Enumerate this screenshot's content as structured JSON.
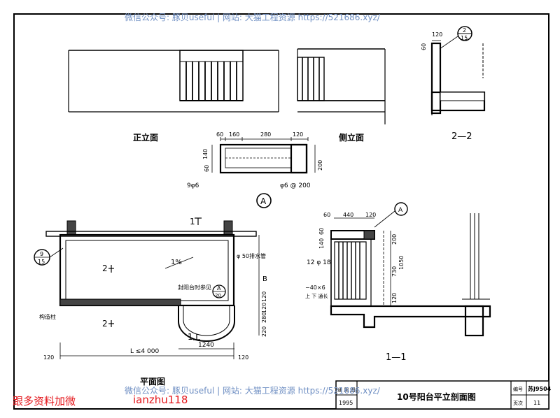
{
  "watermark": {
    "top": "微信公众号: 豚贝useful | 网站: 大猫工程资源 https://521686.xyz/",
    "bottom": "微信公众号: 豚贝useful | 网站: 大猫工程资源 https://521686.xyz/"
  },
  "promo": {
    "left": "跟多资料加微",
    "right": "ianzhu118"
  },
  "views": {
    "front_elevation": "正立面",
    "side_elevation": "侧立面",
    "section_22": "2—2",
    "plan": "平面图",
    "section_11": "1—1"
  },
  "section_a": {
    "tag": "A",
    "dims": [
      "60",
      "160",
      "280",
      "120"
    ],
    "height_dims": [
      "60",
      "140"
    ],
    "total_height": "200",
    "rebar_left": "9φ6",
    "rebar_stirrup": "φ6 @ 200"
  },
  "detail_22": {
    "dim_top": "120",
    "dim_side": "60",
    "callout_num": "2",
    "callout_den": "15"
  },
  "plan": {
    "cut_top": "1",
    "cut_bottom": "1",
    "section_left_top": "2",
    "section_left_bottom": "2",
    "slope": "1%",
    "drain": "φ 50排水管",
    "rail_note": "封阳台时参见",
    "callout_a": "A",
    "callout_a_den": "20",
    "callout_left_num": "9",
    "callout_left_den": "15",
    "column_note": "构造柱",
    "dim_1240": "1240",
    "dim_length": "L ≤4 000",
    "dim_120_left": "120",
    "dim_120_right": "120",
    "vert_dims": [
      "120",
      "280",
      "220",
      "120"
    ],
    "dim_B": "B"
  },
  "section_11": {
    "dims_top": [
      "60",
      "440",
      "120"
    ],
    "dims_left": [
      "60",
      "140"
    ],
    "dims_right": [
      "200",
      "730",
      "1050",
      "120"
    ],
    "rebar": "12 φ 18",
    "flat_bar": "−40×6",
    "flat_bar_note": "上 下 通长",
    "callout_a": "A"
  },
  "title_block": {
    "year_label": "通 用 图",
    "year": "1995",
    "title": "10号阳台平立剖面图",
    "code_label": "编号",
    "code": "苏J9504",
    "page_label": "页次",
    "page": "11"
  }
}
